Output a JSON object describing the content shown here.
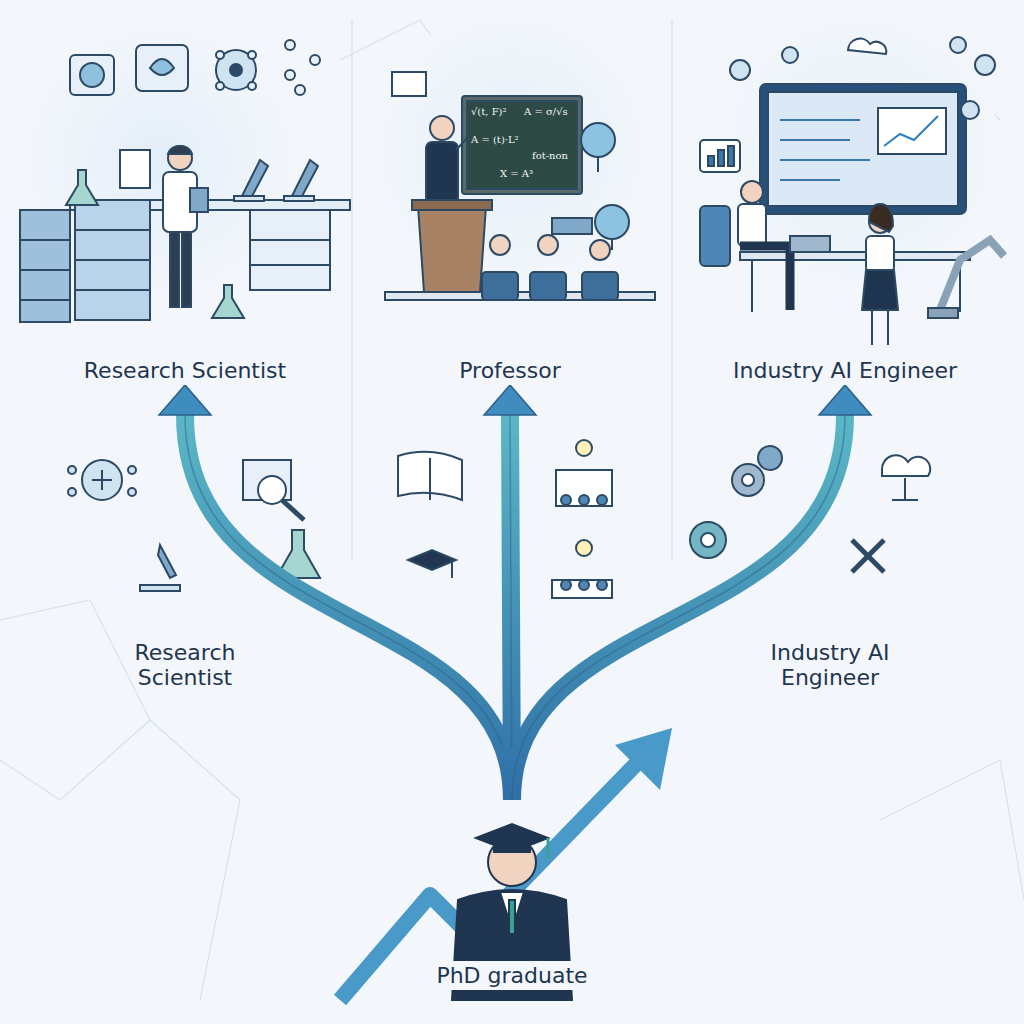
{
  "diagram": {
    "nodes": [
      {
        "text": [
          "Research Scientist"
        ]
      },
      {
        "text": [
          "Professor"
        ]
      },
      {
        "text": [
          "Industry AI Engineer"
        ]
      },
      {
        "text": [
          "PhD graduate"
        ]
      }
    ],
    "edges": [
      {
        "from": 3,
        "to": 0,
        "arrow": "to"
      },
      {
        "from": 3,
        "to": 1,
        "arrow": "to"
      },
      {
        "from": 3,
        "to": 2,
        "arrow": "to"
      }
    ],
    "labels": [
      "Research Scientist",
      "Industry AI Engineer",
      "√(t, F)²",
      "A = σ/√s",
      "A = (t)·L²",
      "fot-non",
      "X = A³"
    ]
  }
}
